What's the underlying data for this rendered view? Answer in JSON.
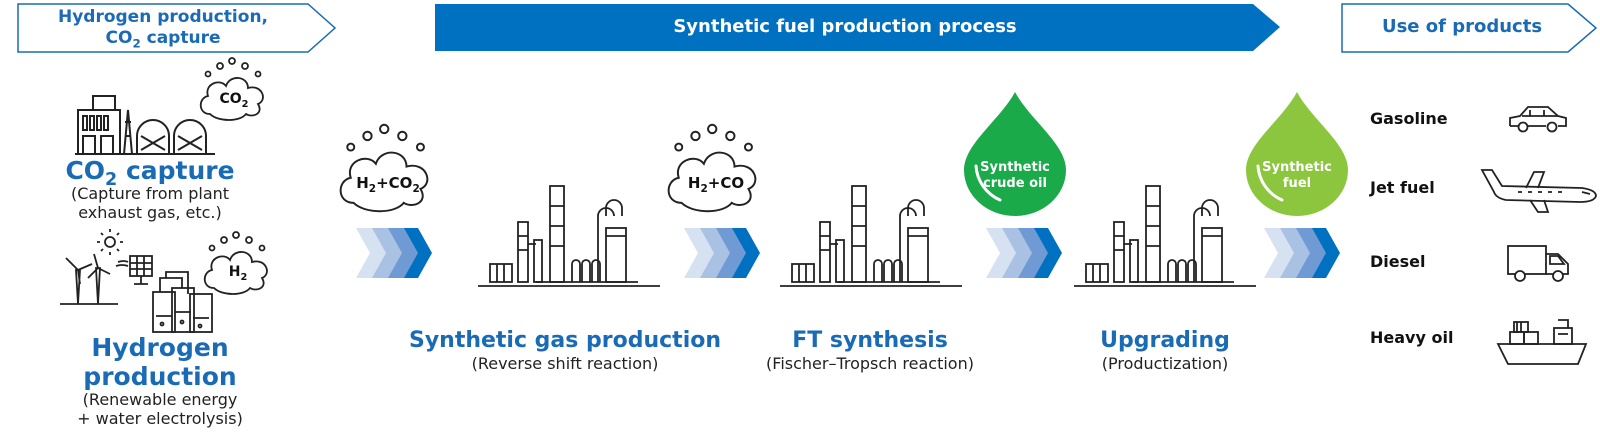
{
  "headers": {
    "left_line1": "Hydrogen production,",
    "left_line2_main": "CO",
    "left_line2_sub": "2",
    "left_line2_tail": " capture",
    "center": "Synthetic fuel production process",
    "right": "Use of products"
  },
  "co2_capture": {
    "cloud_main": "CO",
    "cloud_sub": "2",
    "title_main": "CO",
    "title_sub": "2",
    "title_tail": " capture",
    "desc_line1": "(Capture from plant",
    "desc_line2": "exhaust gas, etc.)"
  },
  "hydrogen": {
    "cloud_main": "H",
    "cloud_sub": "2",
    "title_line1": "Hydrogen",
    "title_line2": "production",
    "desc_line1": "(Renewable energy",
    "desc_line2": "+ water electrolysis)"
  },
  "process": {
    "cloud1_a": "H",
    "cloud1_a_sub": "2",
    "cloud1_b": "+CO",
    "cloud1_b_sub": "2",
    "cloud2_a": "H",
    "cloud2_a_sub": "2",
    "cloud2_b": "+CO",
    "drop1_line1": "Synthetic",
    "drop1_line2": "crude oil",
    "drop2_line1": "Synthetic",
    "drop2_line2": "fuel",
    "step1_title": "Synthetic gas production",
    "step1_desc": "(Reverse shift reaction)",
    "step2_title": "FT synthesis",
    "step2_desc": "(Fischer–Tropsch reaction)",
    "step3_title": "Upgrading",
    "step3_desc": "(Productization)"
  },
  "products": [
    {
      "label": "Gasoline",
      "icon": "car-icon"
    },
    {
      "label": "Jet fuel",
      "icon": "airplane-icon"
    },
    {
      "label": "Diesel",
      "icon": "truck-icon"
    },
    {
      "label": "Heavy oil",
      "icon": "ship-icon"
    }
  ],
  "colors": {
    "brand_blue": "#0070c0",
    "text_blue": "#1a6bb5",
    "drop_dark_green": "#1aaa4a",
    "drop_light_green": "#8cc63f",
    "chevron_light": "#d6e2f2",
    "chevron_mid": "#a9c2e4",
    "chevron_dark": "#6f9ad3",
    "chevron_blue": "#0070c0"
  }
}
